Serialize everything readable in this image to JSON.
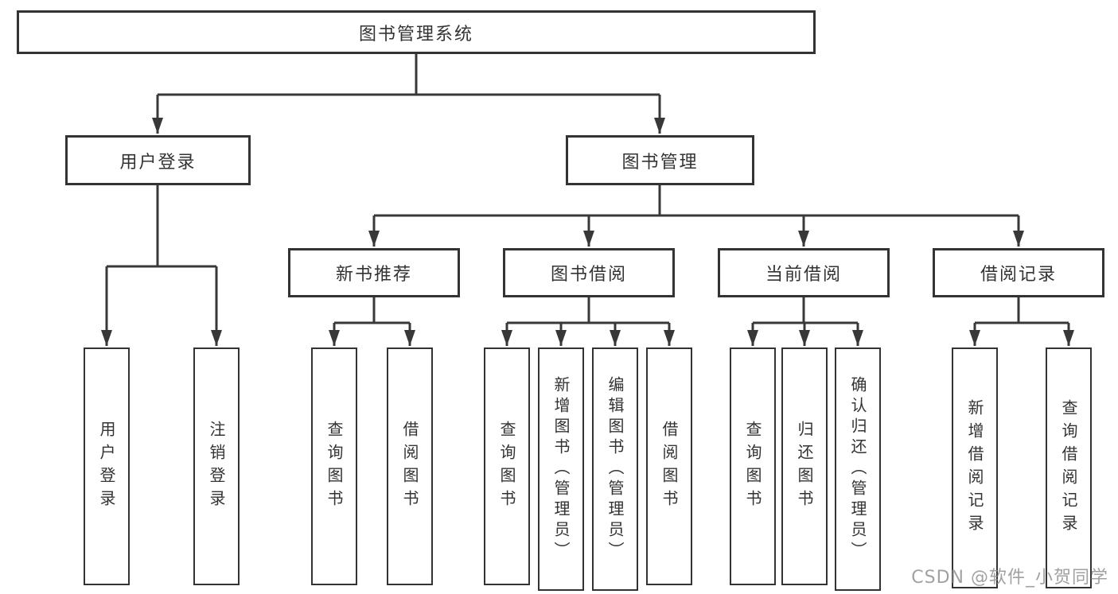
{
  "tree": {
    "label": "图书管理系统",
    "children": [
      {
        "label": "用户登录",
        "children": [
          {
            "label": "用户登录"
          },
          {
            "label": "注销登录"
          }
        ]
      },
      {
        "label": "图书管理",
        "children": [
          {
            "label": "新书推荐",
            "children": [
              {
                "label": "查询图书"
              },
              {
                "label": "借阅图书"
              }
            ]
          },
          {
            "label": "图书借阅",
            "children": [
              {
                "label": "查询图书"
              },
              {
                "label": "新增图书（管理员）"
              },
              {
                "label": "编辑图书（管理员）"
              },
              {
                "label": "借阅图书"
              }
            ]
          },
          {
            "label": "当前借阅",
            "children": [
              {
                "label": "查询图书"
              },
              {
                "label": "归还图书"
              },
              {
                "label": "确认归还（管理员）"
              }
            ]
          },
          {
            "label": "借阅记录",
            "children": [
              {
                "label": "新增借阅记录"
              },
              {
                "label": "查询借阅记录"
              }
            ]
          }
        ]
      }
    ]
  },
  "watermark": "CSDN @软件_小贺同学",
  "colors": {
    "line": "#383838",
    "box_border": "#333333",
    "text": "#333333",
    "watermark": "#919191"
  }
}
